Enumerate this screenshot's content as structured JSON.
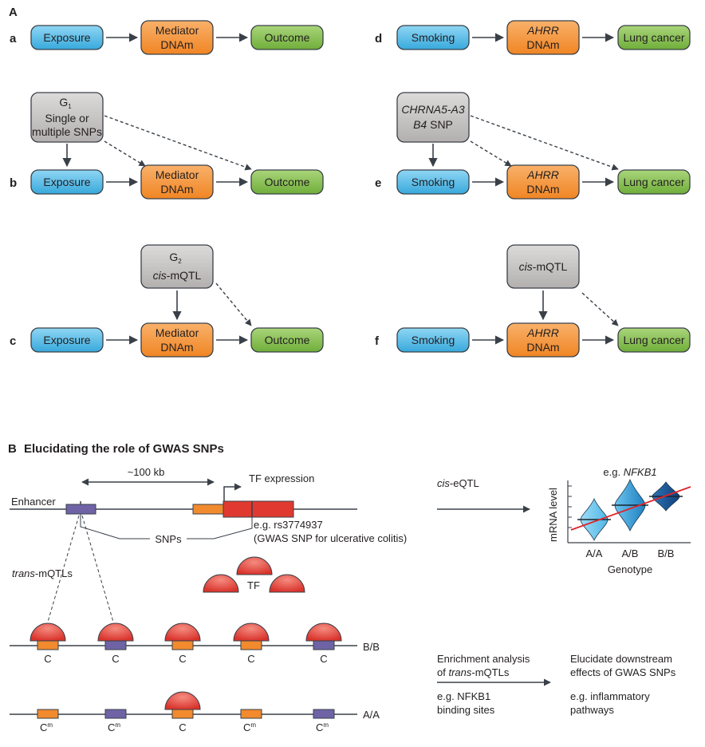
{
  "panel_A": {
    "label": "A",
    "rows": {
      "a": "a",
      "b": "b",
      "c": "c",
      "d": "d",
      "e": "e",
      "f": "f"
    },
    "exposure": "Exposure",
    "mediator_line1": "Mediator",
    "mediator_line2": "DNAm",
    "outcome": "Outcome",
    "smoking": "Smoking",
    "ahrr": "AHRR",
    "lung_cancer": "Lung cancer",
    "g1_line1": "G",
    "g1_sub": "1",
    "g1_line2": "Single or",
    "g1_line3": "multiple SNPs",
    "chrna_line1": "CHRNA5-A3",
    "chrna_line2": "B4",
    "chrna_snp": "SNP",
    "g2_line1": "G",
    "g2_sub": "2",
    "g2_cis": "cis",
    "g2_mqtl": "-mQTL",
    "cis_mqtl_cis": "cis",
    "cis_mqtl_rest": "-mQTL"
  },
  "panel_B": {
    "label": "B",
    "title": "Elucidating the role of GWAS SNPs",
    "distance": "~100 kb",
    "tf_expression": "TF expression",
    "enhancer": "Enhancer",
    "snps": "SNPs",
    "eg_snp": "e.g. rs3774937",
    "gwas_snp_note": "(GWAS SNP for ulcerative colitis)",
    "trans_italic": "trans",
    "trans_rest": "-mQTLs",
    "tf": "TF",
    "cis_eqtl_italic": "cis",
    "cis_eqtl_rest": "-eQTL",
    "genotype_bb": "B/B",
    "genotype_aa": "A/A",
    "c": "C",
    "cm": "C",
    "cm_sup": "m",
    "enrich_line1": "Enrichment analysis",
    "enrich_line2_pre": "of ",
    "enrich_line2_it": "trans",
    "enrich_line2_post": "-mQTLs",
    "eg_nfkb_line1": "e.g. NFKB1",
    "eg_nfkb_line2": "binding sites",
    "elucidate_line1": "Elucidate downstream",
    "elucidate_line2": "effects of GWAS SNPs",
    "eg_infl_line1": "e.g. inflammatory",
    "eg_infl_line2": "pathways"
  },
  "chart_data": {
    "type": "violin",
    "title_prefix": "e.g. ",
    "title_gene": "NFKB1",
    "xlabel": "Genotype",
    "ylabel": "mRNA level",
    "categories": [
      "A/A",
      "A/B",
      "B/B"
    ],
    "trend": "increasing"
  },
  "colors": {
    "exposure_fill": "#5bc0ea",
    "mediator_fill": "#f5943a",
    "outcome_fill": "#8dc153",
    "instrument_fill": "#c9c6c6",
    "cpg_orange": "#f28a2e",
    "cpg_purple": "#6f63a6",
    "tf_red": "#e2443d",
    "gene_red": "#e03a30",
    "trend_line": "#e0242a"
  }
}
